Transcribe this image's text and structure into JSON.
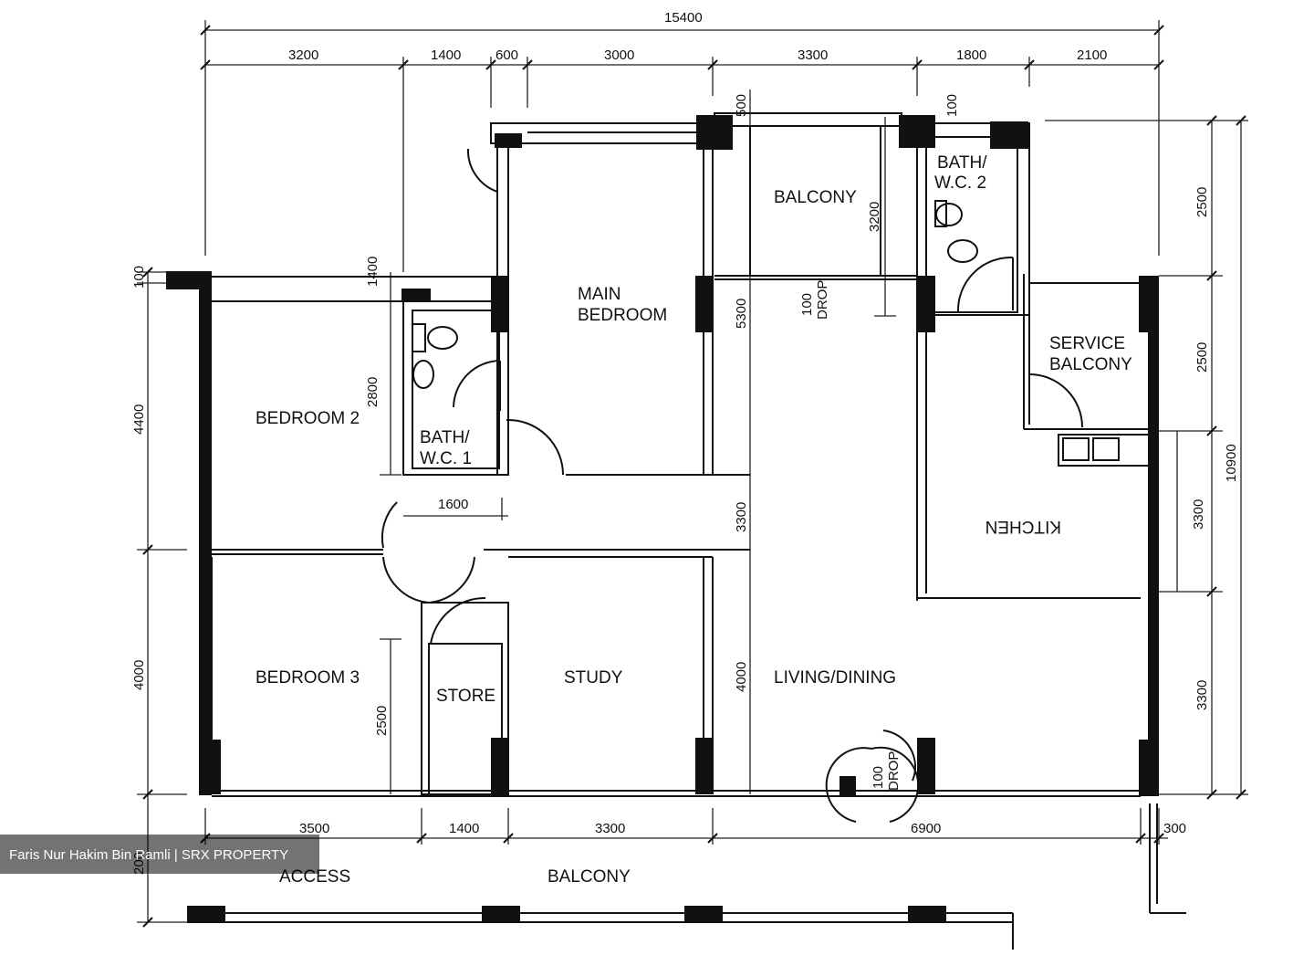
{
  "rooms": {
    "main_bedroom": [
      "MAIN",
      "BEDROOM"
    ],
    "balcony_top": "BALCONY",
    "bath_wc_2": [
      "BATH/",
      "W.C. 2"
    ],
    "service_balcony": [
      "SERVICE",
      "BALCONY"
    ],
    "bedroom_2": "BEDROOM 2",
    "bath_wc_1": [
      "BATH/",
      "W.C. 1"
    ],
    "kitchen": "KITCHEN",
    "bedroom_3": "BEDROOM 3",
    "store": "STORE",
    "study": "STUDY",
    "living_dining": "LIVING/DINING",
    "access": "ACCESS",
    "balcony_bottom": "BALCONY"
  },
  "dimensions": {
    "top_total": "15400",
    "top_segments": [
      "3200",
      "1400",
      "600",
      "3000",
      "3300",
      "1800",
      "2100"
    ],
    "bottom_segments": [
      "3500",
      "1400",
      "3300",
      "6900",
      "300"
    ],
    "left_segments": [
      "100",
      "4400",
      "4000",
      "200"
    ],
    "right_segments": [
      "2500",
      "2500",
      "3300"
    ],
    "right_total": "10900",
    "interior": {
      "d_500": "500",
      "d_100_top": "100",
      "d_1400": "1400",
      "d_3200": "3200",
      "d_5300": "5300",
      "d_2800": "2800",
      "d_1600": "1600",
      "d_3300_mid": "3300",
      "d_4000": "4000",
      "d_2500": "2500",
      "d_3300_kitchen": "3300"
    },
    "drops": {
      "balcony_drop": [
        "100",
        "DROP"
      ],
      "entrance_drop": [
        "100",
        "DROP"
      ]
    }
  },
  "watermark": "Faris Nur Hakim Bin Ramli | SRX PROPERTY"
}
